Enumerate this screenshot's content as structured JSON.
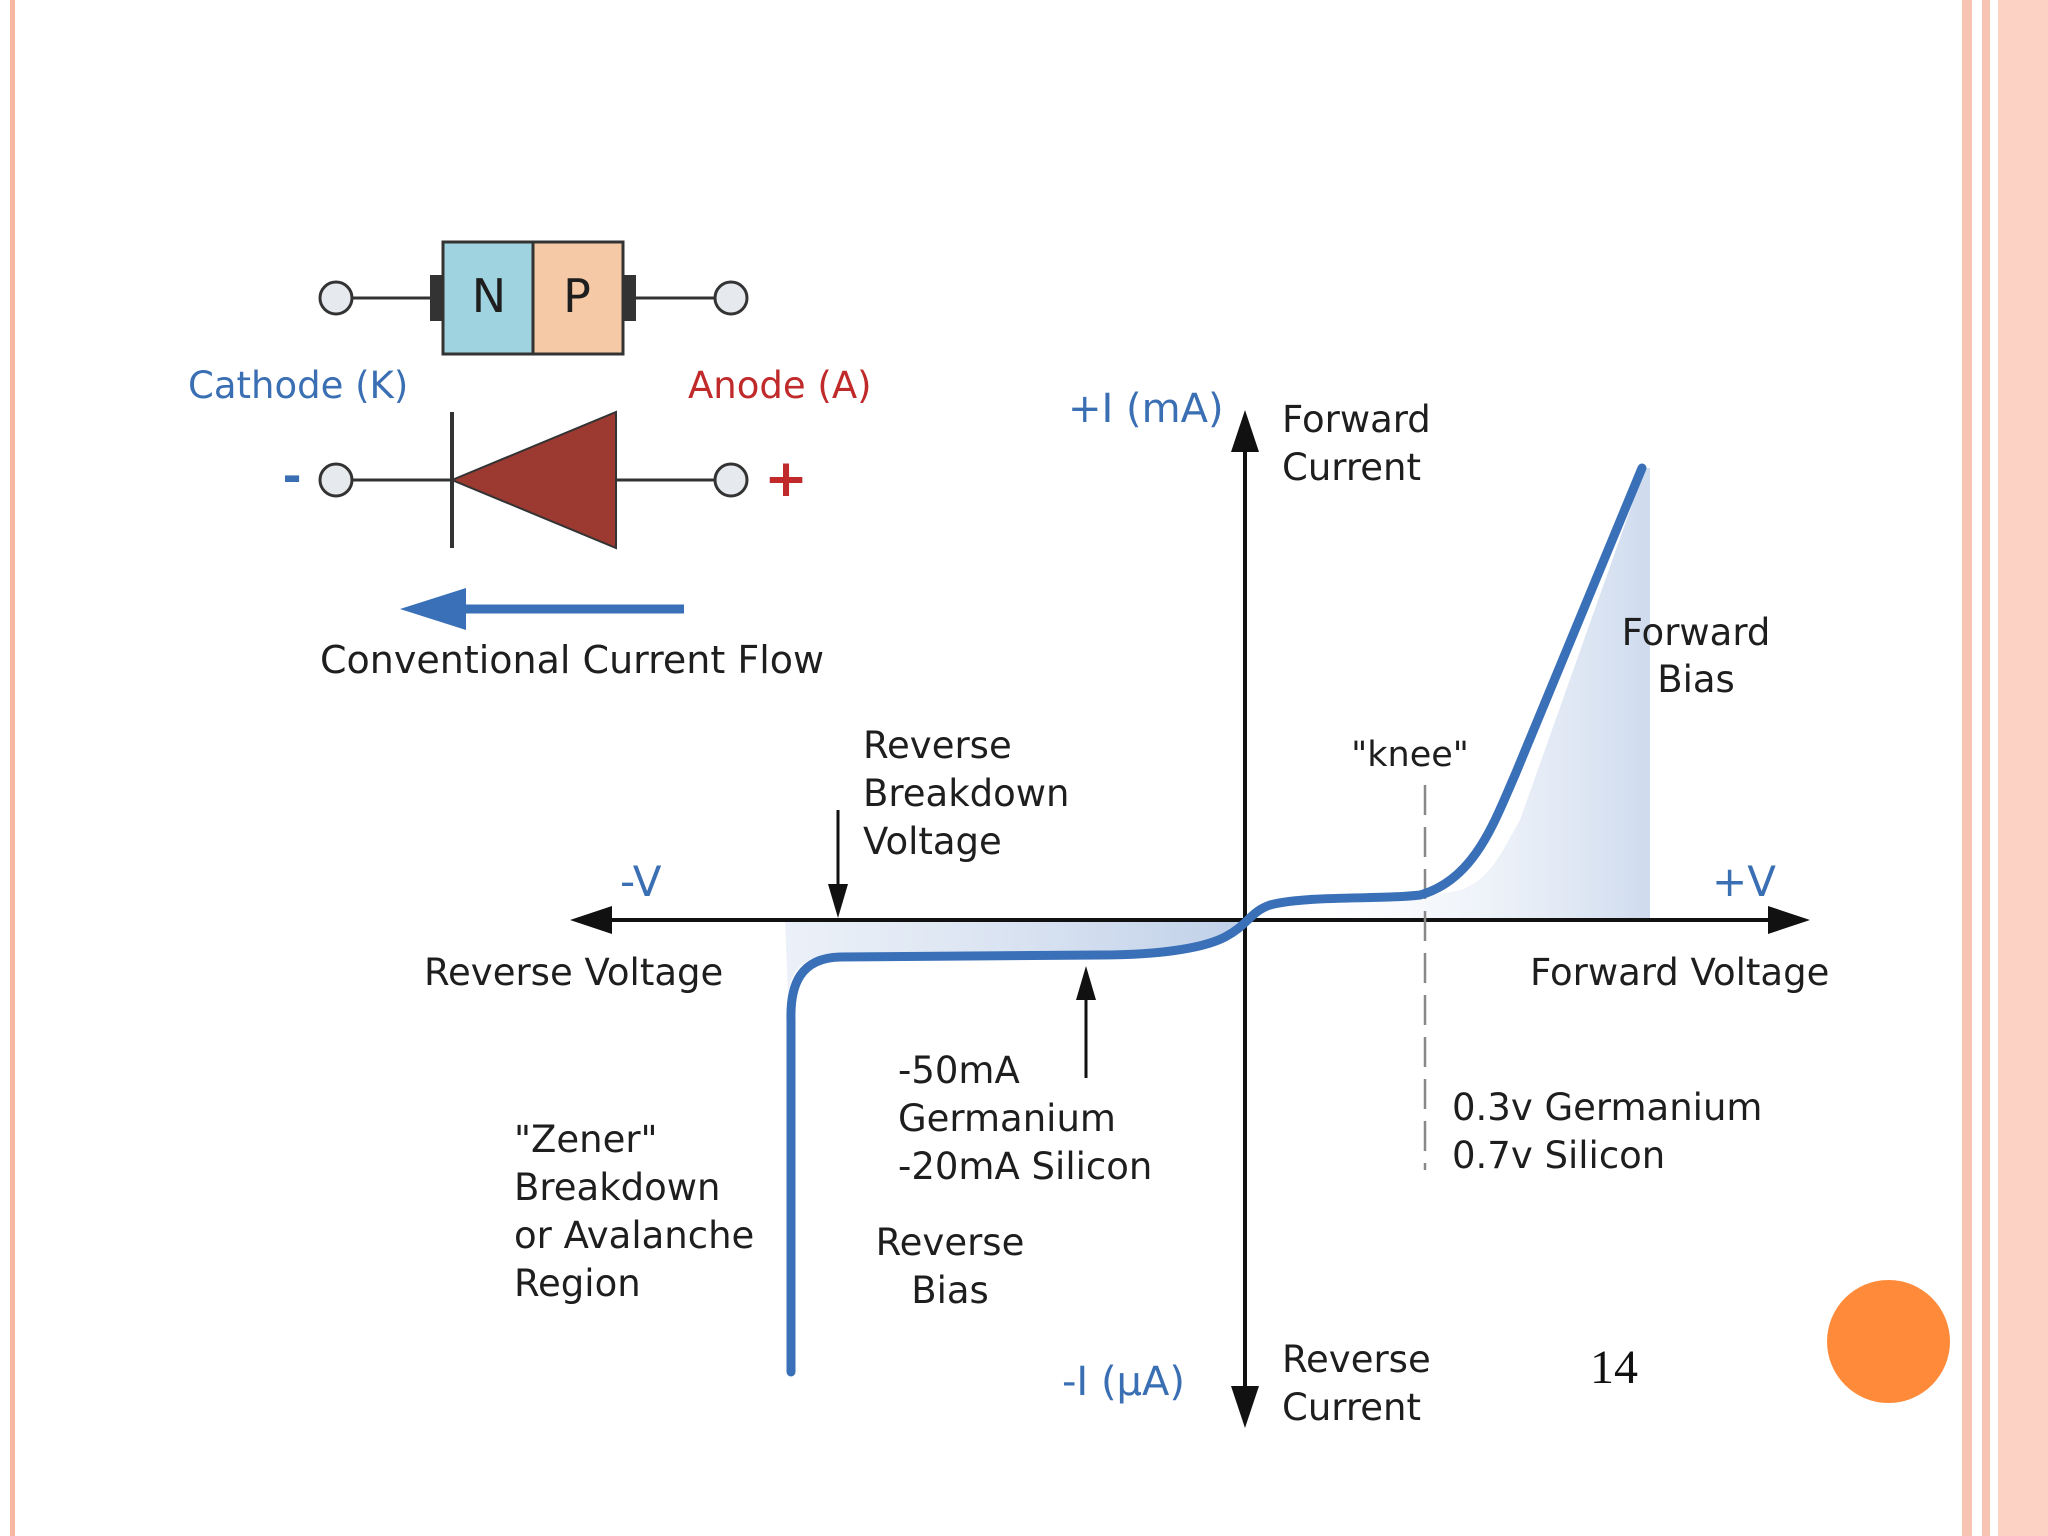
{
  "diode": {
    "n_label": "N",
    "p_label": "P",
    "cathode_label": "Cathode (K)",
    "anode_label": "Anode (A)",
    "minus_sign": "-",
    "plus_sign": "+",
    "flow_label": "Conventional Current Flow"
  },
  "graph": {
    "plus_i_label": "+I (mA)",
    "minus_i_label": "-I (µA)",
    "forward_current": [
      "Forward",
      "Current"
    ],
    "reverse_current": [
      "Reverse",
      "Current"
    ],
    "minus_v_label": "-V",
    "plus_v_label": "+V",
    "reverse_voltage": "Reverse Voltage",
    "forward_voltage": "Forward Voltage",
    "forward_bias": [
      "Forward",
      "Bias"
    ],
    "knee": "\"knee\"",
    "reverse_breakdown": [
      "Reverse",
      "Breakdown",
      "Voltage"
    ],
    "leakage": [
      "-50mA",
      "Germanium",
      "-20mA Silicon"
    ],
    "reverse_bias": [
      "Reverse",
      "Bias"
    ],
    "zener": [
      "\"Zener\"",
      "Breakdown",
      "or Avalanche",
      "Region"
    ],
    "threshold": [
      "0.3v Germanium",
      "0.7v Silicon"
    ]
  },
  "colors": {
    "n_region": "#9fd3df",
    "p_region": "#f6c9a6",
    "cathode_text": "#3a6fb3",
    "anode_text": "#c02a2a",
    "diode_symbol": "#9c3a32",
    "curve": "#3a70b8"
  },
  "slide": {
    "number": "14"
  }
}
